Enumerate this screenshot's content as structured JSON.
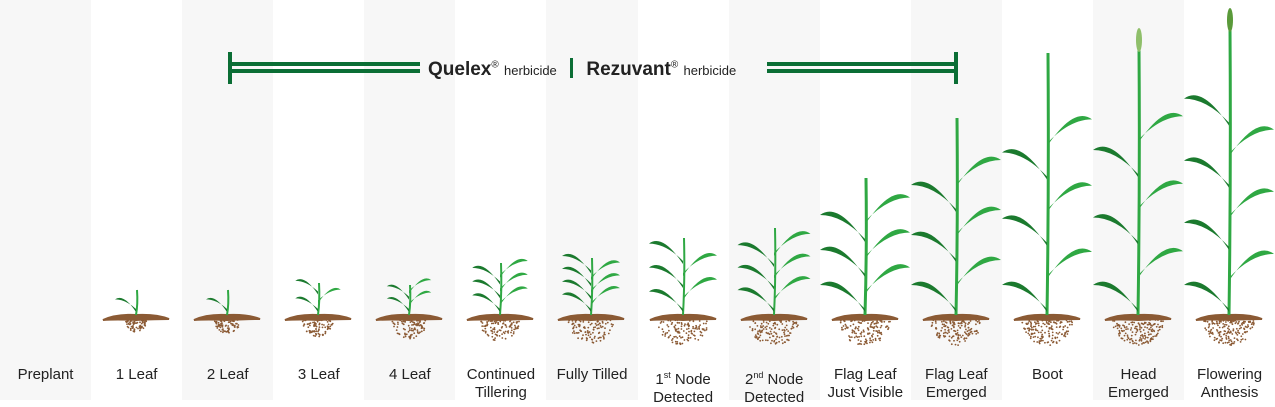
{
  "banner": {
    "product1": "Quelex",
    "product1_suffix": "herbicide",
    "product2": "Rezuvant",
    "product2_suffix": "herbicide",
    "registered": "®",
    "color": "#0b6e35"
  },
  "stages": [
    {
      "label": "Preplant"
    },
    {
      "label": "1 Leaf"
    },
    {
      "label": "2 Leaf"
    },
    {
      "label": "3 Leaf"
    },
    {
      "label": "4 Leaf"
    },
    {
      "label": "Continued",
      "label2": "Tillering"
    },
    {
      "label": "Fully Tilled"
    },
    {
      "pre": "1",
      "sup": "st",
      "label": " Node",
      "label2": "Detected"
    },
    {
      "pre": "2",
      "sup": "nd",
      "label": " Node",
      "label2": "Detected"
    },
    {
      "label": "Flag Leaf",
      "label2": "Just Visible"
    },
    {
      "label": "Flag Leaf",
      "label2": "Emerged"
    },
    {
      "label": "Boot"
    },
    {
      "label": "Head",
      "label2": "Emerged"
    },
    {
      "label": "Flowering",
      "label2": "Anthesis"
    }
  ],
  "colors": {
    "leaf": "#2fa843",
    "leaf_dark": "#1b7a2e",
    "soil": "#8b5a34"
  }
}
